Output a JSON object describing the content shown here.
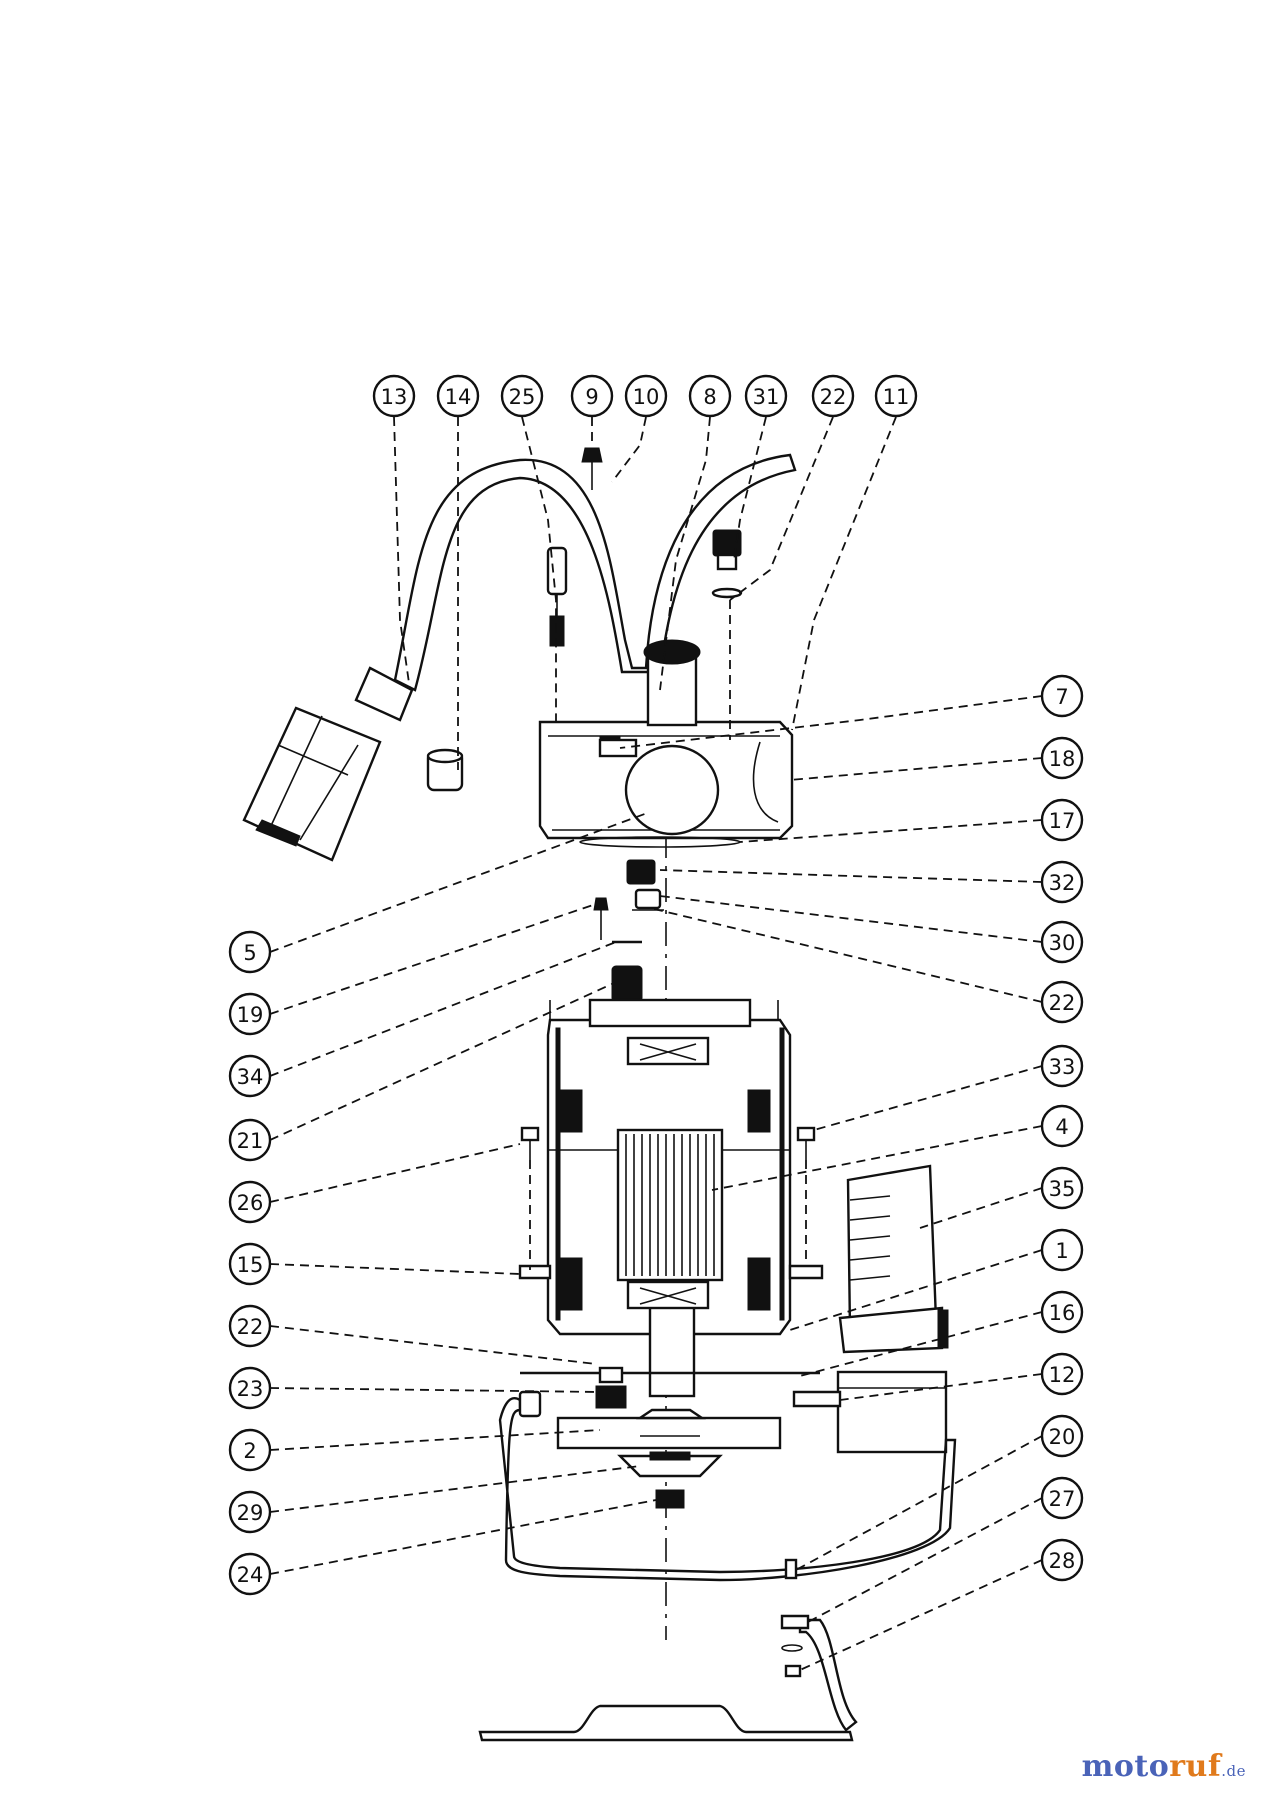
{
  "diagram": {
    "callouts": [
      "13",
      "14",
      "25",
      "9",
      "10",
      "8",
      "31",
      "22",
      "11",
      "7",
      "18",
      "17",
      "32",
      "30",
      "22",
      "5",
      "19",
      "34",
      "33",
      "21",
      "4",
      "26",
      "35",
      "15",
      "1",
      "16",
      "22",
      "23",
      "12",
      "2",
      "20",
      "29",
      "27",
      "28",
      "24"
    ]
  },
  "watermark": {
    "part1": "moto",
    "part2": "ruf",
    "part3": ".de"
  },
  "colors": {
    "line": "#111111",
    "brand_blue": "#4a63b8",
    "brand_orange": "#e07a1c"
  }
}
